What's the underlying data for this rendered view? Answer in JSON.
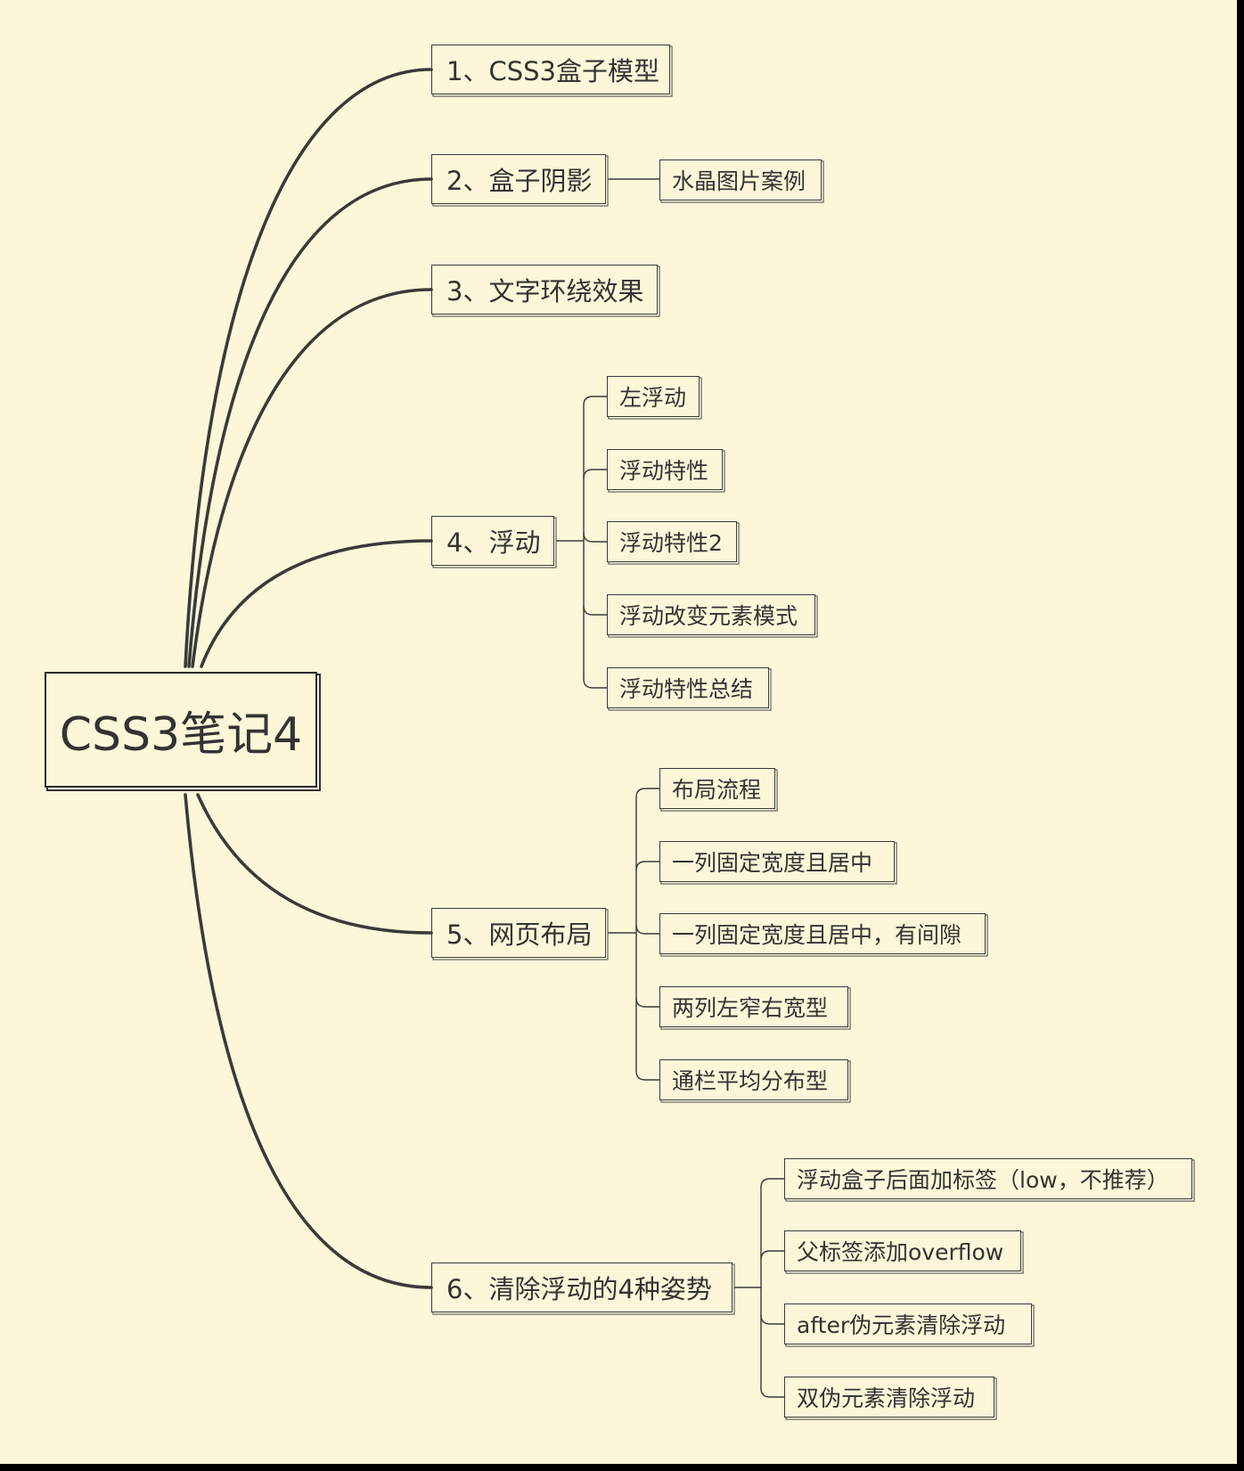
{
  "root": {
    "label": "CSS3笔记4"
  },
  "topics": [
    {
      "id": "t1",
      "label": "1、CSS3盒子模型",
      "children": []
    },
    {
      "id": "t2",
      "label": "2、盒子阴影",
      "children": [
        "水晶图片案例"
      ]
    },
    {
      "id": "t3",
      "label": "3、文字环绕效果",
      "children": []
    },
    {
      "id": "t4",
      "label": "4、浮动",
      "children": [
        "左浮动",
        "浮动特性",
        "浮动特性2",
        "浮动改变元素模式",
        "浮动特性总结"
      ]
    },
    {
      "id": "t5",
      "label": "5、网页布局",
      "children": [
        "布局流程",
        "一列固定宽度且居中",
        "一列固定宽度且居中，有间隙",
        "两列左窄右宽型",
        "通栏平均分布型"
      ]
    },
    {
      "id": "t6",
      "label": "6、清除浮动的4种姿势",
      "children": [
        "浮动盒子后面加标签（low，不推荐）",
        "父标签添加overflow",
        "after伪元素清除浮动",
        "双伪元素清除浮动"
      ]
    }
  ]
}
